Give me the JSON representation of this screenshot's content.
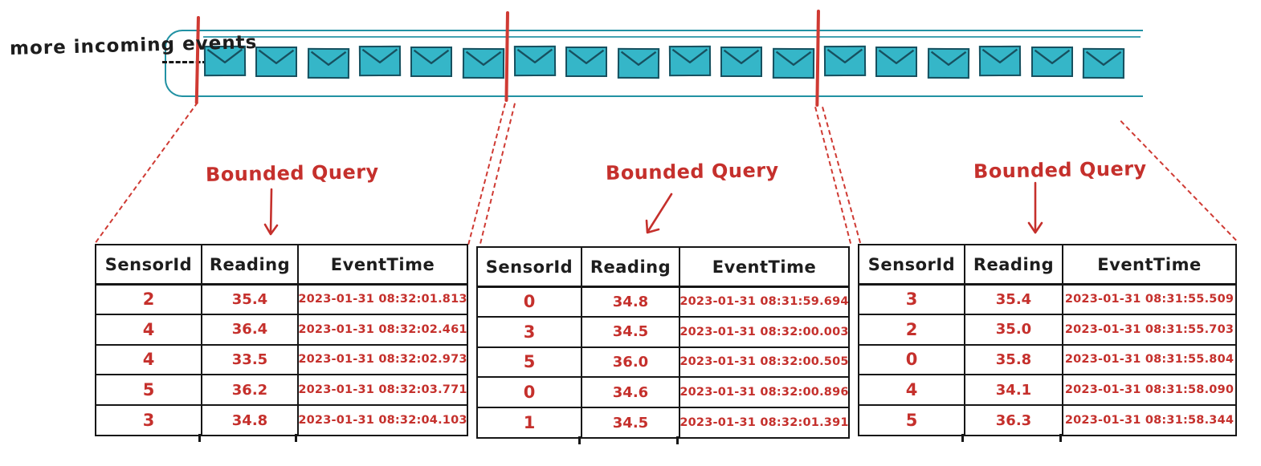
{
  "labels": {
    "incoming_events": "more incoming events"
  },
  "colors": {
    "envelope_fill": "#35b6c8",
    "envelope_border": "#17505f",
    "stream_border": "#2191a3",
    "accent_red": "#c5302c",
    "table_border": "#161616"
  },
  "stream": {
    "envelope_icon": "envelope-icon",
    "envelope_count": 18,
    "envelopes_per_window": [
      6,
      6,
      6
    ]
  },
  "queries": [
    {
      "label": "Bounded Query",
      "headers": [
        "SensorId",
        "Reading",
        "EventTime"
      ],
      "rows": [
        [
          "2",
          "35.4",
          "2023-01-31 08:32:01.813"
        ],
        [
          "4",
          "36.4",
          "2023-01-31 08:32:02.461"
        ],
        [
          "4",
          "33.5",
          "2023-01-31 08:32:02.973"
        ],
        [
          "5",
          "36.2",
          "2023-01-31 08:32:03.771"
        ],
        [
          "3",
          "34.8",
          "2023-01-31 08:32:04.103"
        ]
      ]
    },
    {
      "label": "Bounded Query",
      "headers": [
        "SensorId",
        "Reading",
        "EventTime"
      ],
      "rows": [
        [
          "0",
          "34.8",
          "2023-01-31 08:31:59.694"
        ],
        [
          "3",
          "34.5",
          "2023-01-31 08:32:00.003"
        ],
        [
          "5",
          "36.0",
          "2023-01-31 08:32:00.505"
        ],
        [
          "0",
          "34.6",
          "2023-01-31 08:32:00.896"
        ],
        [
          "1",
          "34.5",
          "2023-01-31 08:32:01.391"
        ]
      ]
    },
    {
      "label": "Bounded Query",
      "headers": [
        "SensorId",
        "Reading",
        "EventTime"
      ],
      "rows": [
        [
          "3",
          "35.4",
          "2023-01-31 08:31:55.509"
        ],
        [
          "2",
          "35.0",
          "2023-01-31 08:31:55.703"
        ],
        [
          "0",
          "35.8",
          "2023-01-31 08:31:55.804"
        ],
        [
          "4",
          "34.1",
          "2023-01-31 08:31:58.090"
        ],
        [
          "5",
          "36.3",
          "2023-01-31 08:31:58.344"
        ]
      ]
    }
  ]
}
